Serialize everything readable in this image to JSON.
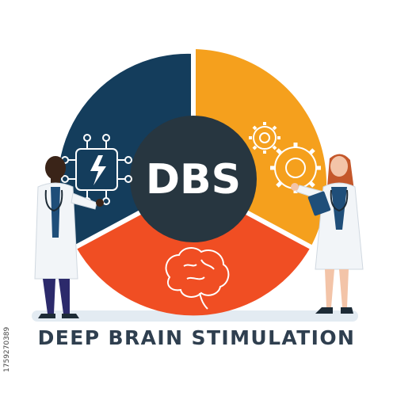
{
  "center_label": "DBS",
  "headline": "DEEP BRAIN STIMULATION",
  "stock_id": "1759270389",
  "colors": {
    "navy": "#143d5c",
    "orange": "#f5a01d",
    "red": "#f04e23",
    "hub": "#273640",
    "ground": "#e3ebf2",
    "text": "#2f3f4f"
  },
  "icons": [
    "chip-icon",
    "gears-icon",
    "brain-icon"
  ]
}
